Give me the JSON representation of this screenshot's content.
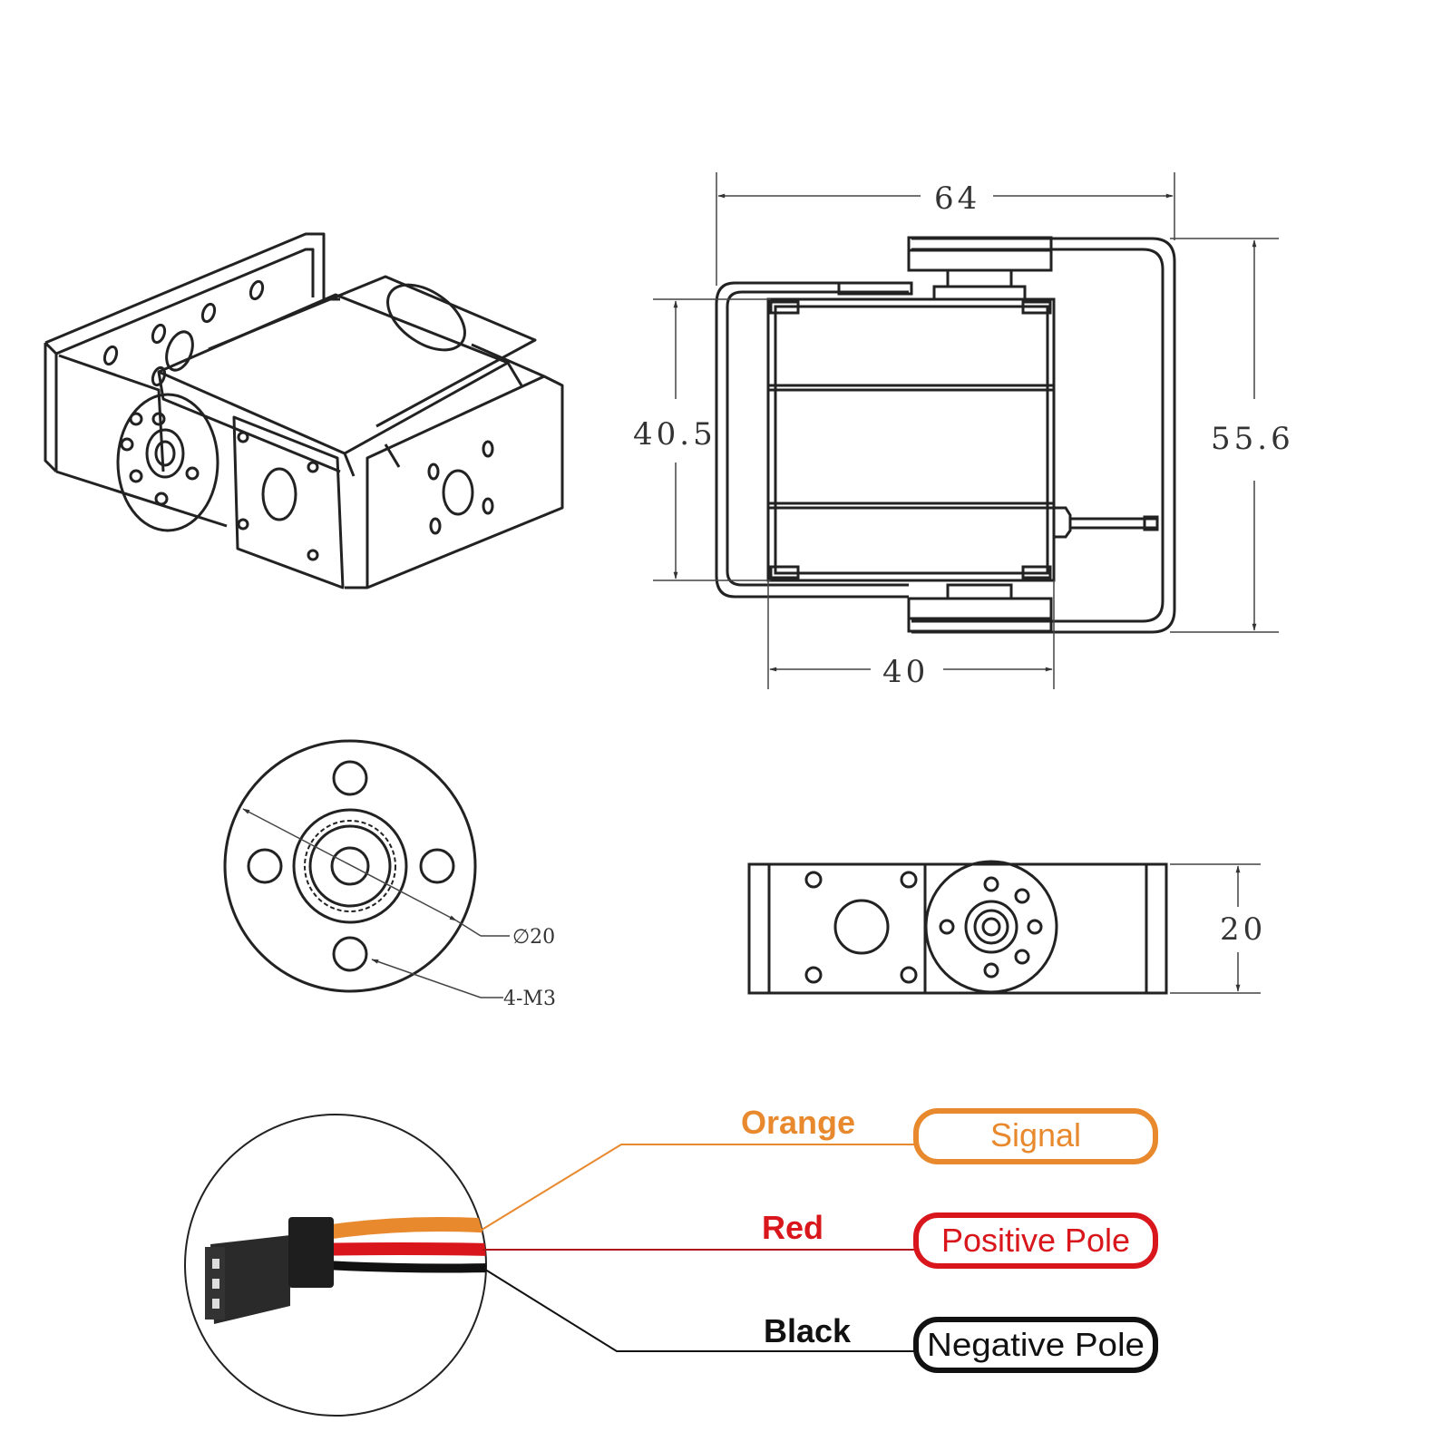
{
  "dimensions": {
    "width": "64",
    "height_inner": "40.5",
    "height_outer": "55.6",
    "body_width": "40",
    "horn_diameter": "∅20",
    "horn_holes": "4-M3",
    "side_height": "20"
  },
  "wiring": [
    {
      "wire": "Orange",
      "function": "Signal",
      "color": "#e8892e"
    },
    {
      "wire": "Red",
      "function": "Positive Pole",
      "color": "#d8161b"
    },
    {
      "wire": "Black",
      "function": "Negative Pole",
      "color": "#111111"
    }
  ]
}
